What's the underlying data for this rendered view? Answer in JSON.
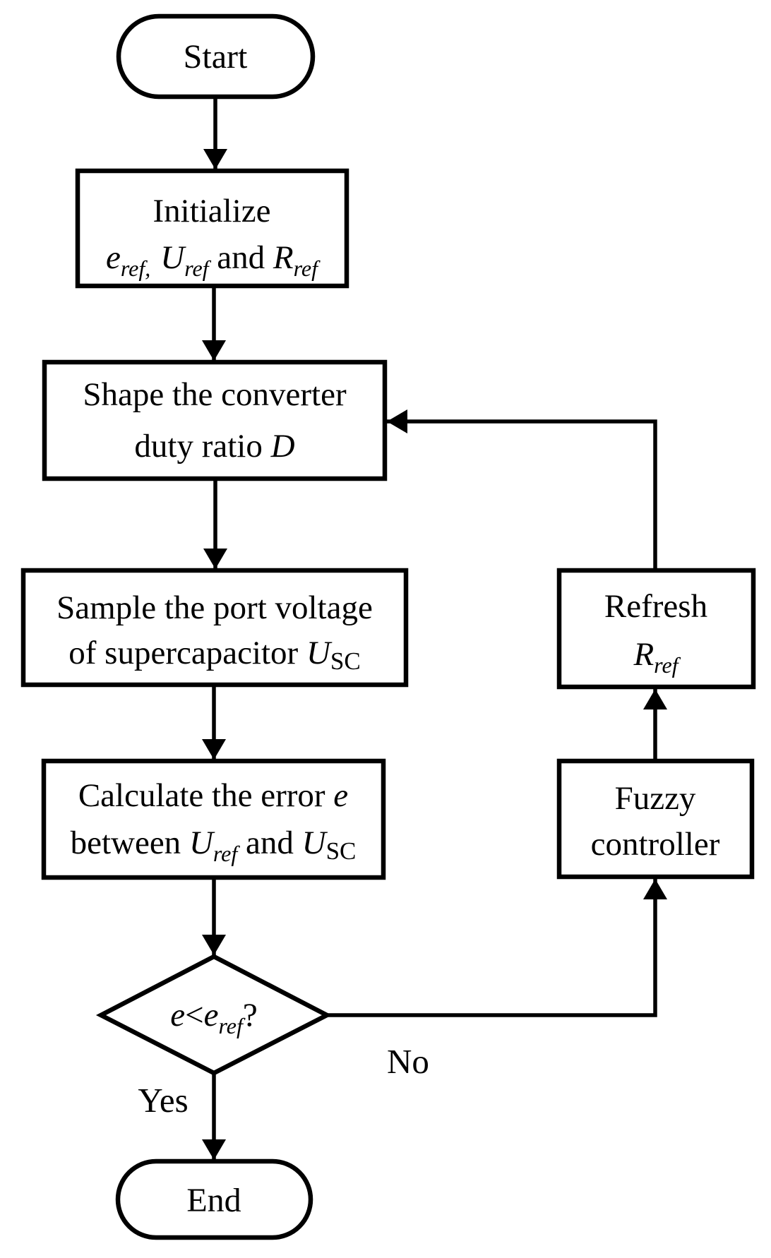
{
  "flowchart": {
    "nodes": {
      "start": {
        "label": "Start"
      },
      "initialize": {
        "line1": "Initialize",
        "line2": {
          "e": "e",
          "e_sub": "ref,",
          "U": "U",
          "U_sub": "ref",
          "and": " and ",
          "R": "R",
          "R_sub": "ref"
        }
      },
      "shape_duty": {
        "line1": "Shape the converter",
        "line2": {
          "text": "duty ratio ",
          "D": "D"
        }
      },
      "sample": {
        "line1": "Sample the port voltage",
        "line2": {
          "text": "of supercapacitor ",
          "U": "U",
          "U_sub": "SC"
        }
      },
      "calculate": {
        "line1": {
          "text": "Calculate the error ",
          "e": "e"
        },
        "line2": {
          "text": "between ",
          "U1": "U",
          "U1_sub": "ref",
          "and": " and ",
          "U2": "U",
          "U2_sub": "SC"
        }
      },
      "decision": {
        "e1": "e",
        "lt": "<",
        "e2": "e",
        "sub": "ref",
        "q": "?"
      },
      "refresh": {
        "line1": "Refresh",
        "line2": {
          "R": "R",
          "R_sub": "ref"
        }
      },
      "fuzzy": {
        "line1": "Fuzzy",
        "line2": "controller"
      },
      "end": {
        "label": "End"
      }
    },
    "labels": {
      "yes": "Yes",
      "no": "No"
    },
    "colors": {
      "stroke": "#000000",
      "background": "#ffffff"
    }
  }
}
